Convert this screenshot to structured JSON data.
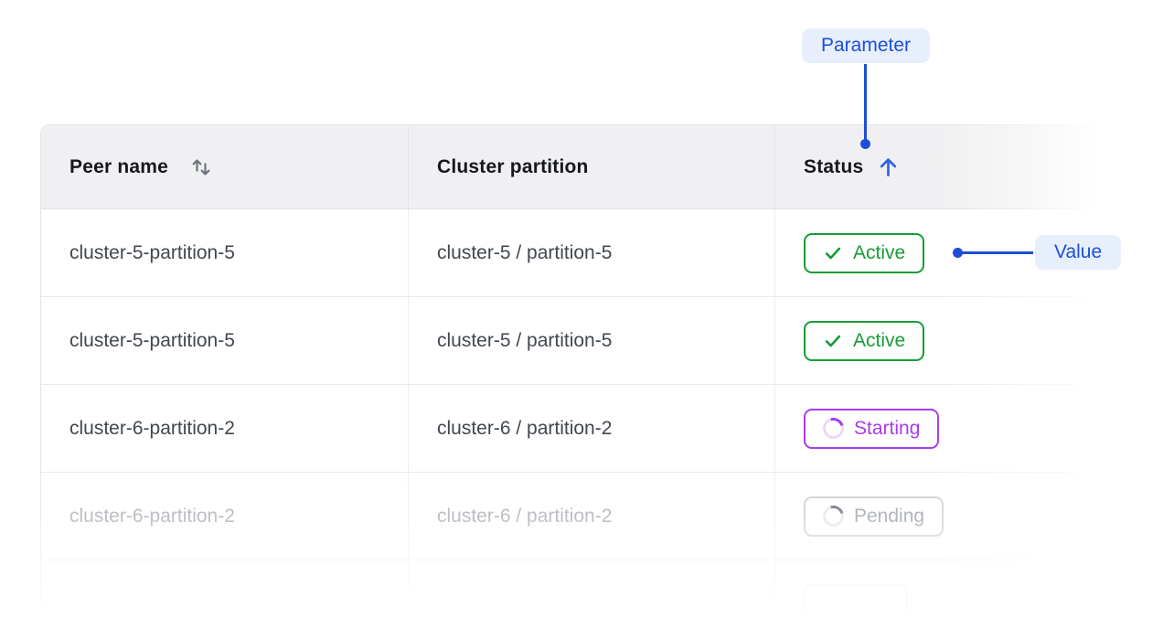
{
  "annotations": {
    "parameter": {
      "label": "Parameter"
    },
    "value": {
      "label": "Value"
    }
  },
  "table": {
    "columns": [
      {
        "label": "Peer name",
        "sort": "sortable"
      },
      {
        "label": "Cluster partition",
        "sort": "none"
      },
      {
        "label": "Status",
        "sort": "ascending"
      }
    ],
    "rows": [
      {
        "peer": "cluster-5-partition-5",
        "partition": "cluster-5 / partition-5",
        "status": "Active"
      },
      {
        "peer": "cluster-5-partition-5",
        "partition": "cluster-5 / partition-5",
        "status": "Active"
      },
      {
        "peer": "cluster-6-partition-2",
        "partition": "cluster-6 / partition-2",
        "status": "Starting"
      },
      {
        "peer": "cluster-6-partition-2",
        "partition": "cluster-6 / partition-2",
        "status": "Pending"
      },
      {
        "peer": "",
        "partition": "",
        "status": ""
      }
    ]
  },
  "colors": {
    "accent_blue": "#1c4fd6",
    "annotation_badge_bg": "#e8effc",
    "active_green": "#169d35",
    "starting_purple": "#a93bf2",
    "pending_gray": "#999fa6",
    "header_bg": "#f0f0f2",
    "border": "#e3e4e7"
  }
}
